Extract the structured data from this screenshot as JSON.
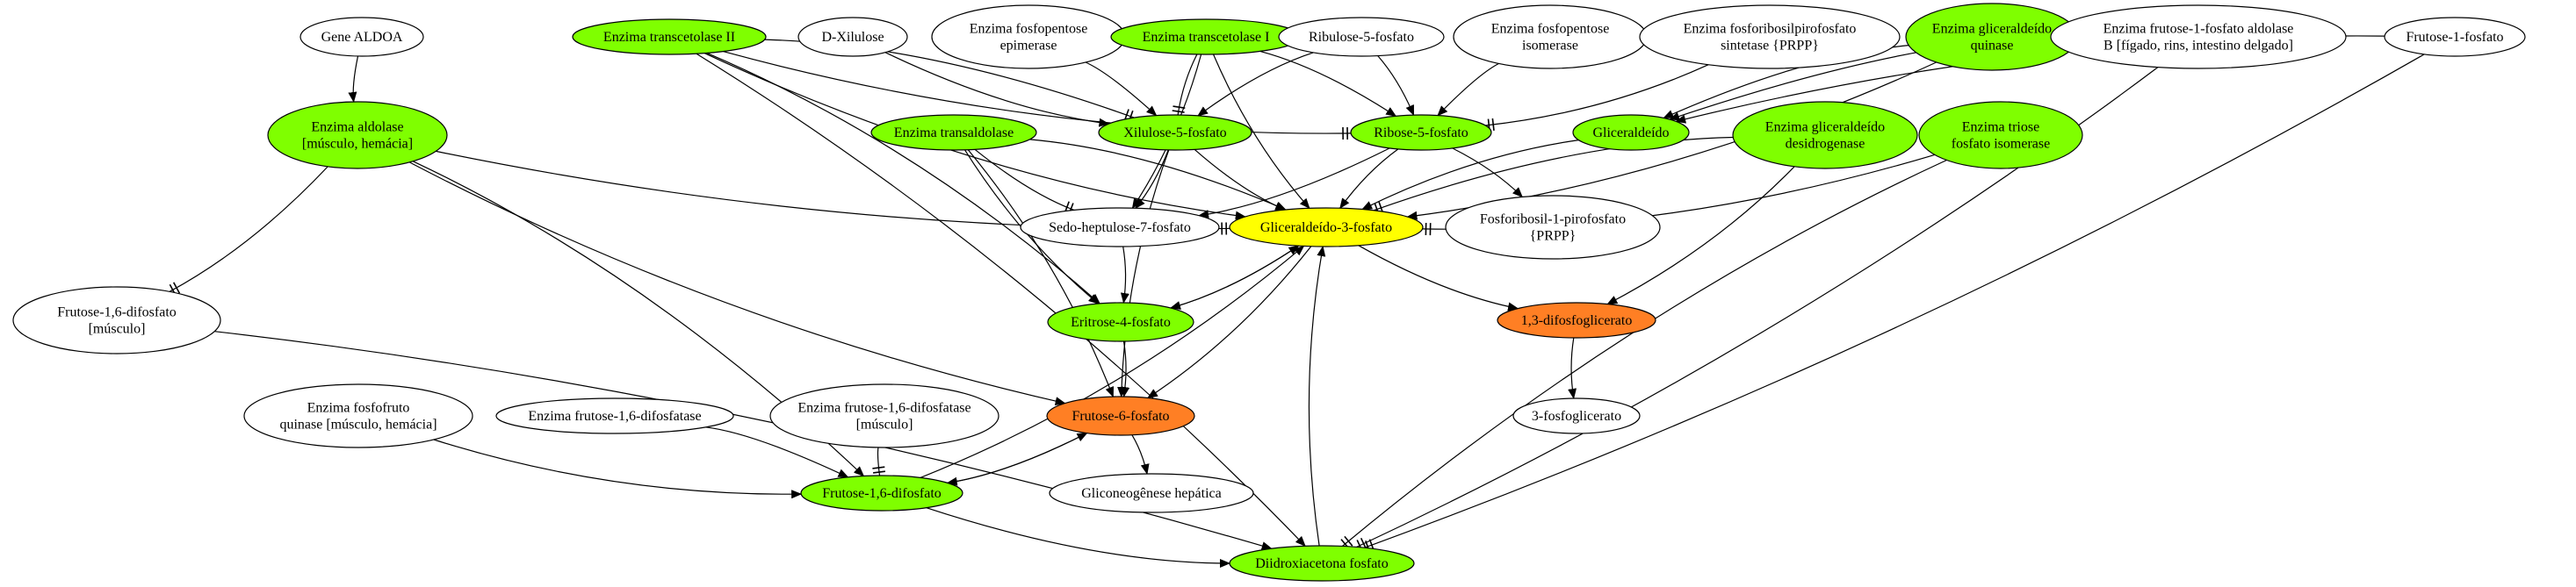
{
  "diagram": {
    "colors": {
      "white": "#ffffff",
      "green": "#7fff00",
      "yellow": "#ffff00",
      "orange": "#ff7f24",
      "stroke": "#000000"
    },
    "nodes": [
      {
        "id": "gene_aldoa",
        "lines": [
          "Gene ALDOA"
        ],
        "fill": "white"
      },
      {
        "id": "transcetolase_ii",
        "lines": [
          "Enzima transcetolase II"
        ],
        "fill": "green"
      },
      {
        "id": "d_xilulose",
        "lines": [
          "D-Xilulose"
        ],
        "fill": "white"
      },
      {
        "id": "fosfopentose_epimerase",
        "lines": [
          "Enzima fosfopentose",
          "epimerase"
        ],
        "fill": "white"
      },
      {
        "id": "transcetolase_i",
        "lines": [
          "Enzima transcetolase I"
        ],
        "fill": "green"
      },
      {
        "id": "ribulose5p",
        "lines": [
          "Ribulose-5-fosfato"
        ],
        "fill": "white"
      },
      {
        "id": "fosfopentose_isomerase",
        "lines": [
          "Enzima fosfopentose",
          "isomerase"
        ],
        "fill": "white"
      },
      {
        "id": "prpp_sintetase",
        "lines": [
          "Enzima fosforibosilpirofosfato",
          "sintetase {PRPP}"
        ],
        "fill": "white"
      },
      {
        "id": "gliceraldeido_quinase",
        "lines": [
          "Enzima gliceraldeído",
          "quinase"
        ],
        "fill": "green"
      },
      {
        "id": "f1p_aldolase",
        "lines": [
          "Enzima frutose-1-fosfato aldolase",
          "B [fígado, rins, intestino delgado]"
        ],
        "fill": "white"
      },
      {
        "id": "frutose1p",
        "lines": [
          "Frutose-1-fosfato"
        ],
        "fill": "white"
      },
      {
        "id": "aldolase",
        "lines": [
          "Enzima aldolase",
          "[músculo, hemácia]"
        ],
        "fill": "green"
      },
      {
        "id": "transaldolase",
        "lines": [
          "Enzima transaldolase"
        ],
        "fill": "green"
      },
      {
        "id": "xilulose5p",
        "lines": [
          "Xilulose-5-fosfato"
        ],
        "fill": "green"
      },
      {
        "id": "ribose5p",
        "lines": [
          "Ribose-5-fosfato"
        ],
        "fill": "green"
      },
      {
        "id": "gliceraldeido",
        "lines": [
          "Gliceraldeído"
        ],
        "fill": "green"
      },
      {
        "id": "gliceraldeido_desidrogenase",
        "lines": [
          "Enzima gliceraldeído",
          "desidrogenase"
        ],
        "fill": "green"
      },
      {
        "id": "triose_isomerase",
        "lines": [
          "Enzima triose",
          "fosfato isomerase"
        ],
        "fill": "green"
      },
      {
        "id": "sedoheptulose7p",
        "lines": [
          "Sedo-heptulose-7-fosfato"
        ],
        "fill": "white"
      },
      {
        "id": "gliceraldeido3p",
        "lines": [
          "Gliceraldeído-3-fosfato"
        ],
        "fill": "yellow"
      },
      {
        "id": "prpp",
        "lines": [
          "Fosforibosil-1-pirofosfato",
          "{PRPP}"
        ],
        "fill": "white"
      },
      {
        "id": "f16bp_musculo",
        "lines": [
          "Frutose-1,6-difosfato",
          "[músculo]"
        ],
        "fill": "white"
      },
      {
        "id": "eritrose4p",
        "lines": [
          "Eritrose-4-fosfato"
        ],
        "fill": "green"
      },
      {
        "id": "difosfoglicerato",
        "lines": [
          "1,3-difosfoglicerato"
        ],
        "fill": "orange"
      },
      {
        "id": "fosfofruto_quinase",
        "lines": [
          "Enzima fosfofruto",
          "quinase [músculo, hemácia]"
        ],
        "fill": "white"
      },
      {
        "id": "f16difosfatase",
        "lines": [
          "Enzima frutose-1,6-difosfatase"
        ],
        "fill": "white"
      },
      {
        "id": "f16difosfatase_musculo",
        "lines": [
          "Enzima frutose-1,6-difosfatase",
          "[músculo]"
        ],
        "fill": "white"
      },
      {
        "id": "frutose6p",
        "lines": [
          "Frutose-6-fosfato"
        ],
        "fill": "orange"
      },
      {
        "id": "fosfoglicerato3",
        "lines": [
          "3-fosfoglicerato"
        ],
        "fill": "white"
      },
      {
        "id": "frutose16bp",
        "lines": [
          "Frutose-1,6-difosfato"
        ],
        "fill": "green"
      },
      {
        "id": "gliconeogenese",
        "lines": [
          "Gliconeogênese hepática"
        ],
        "fill": "white"
      },
      {
        "id": "dhap",
        "lines": [
          "Diidroxiacetona fosfato"
        ],
        "fill": "green"
      }
    ],
    "edges": [
      {
        "from": "gene_aldoa",
        "to": "aldolase",
        "head": "arrow"
      },
      {
        "from": "transcetolase_ii",
        "to": "xilulose5p",
        "head": "tee"
      },
      {
        "from": "transcetolase_ii",
        "to": "ribose5p",
        "head": "tee"
      },
      {
        "from": "transcetolase_ii",
        "to": "eritrose4p",
        "head": "arrow"
      },
      {
        "from": "transcetolase_ii",
        "to": "gliceraldeido3p",
        "head": "arrow"
      },
      {
        "from": "transcetolase_ii",
        "to": "dhap",
        "head": "arrow"
      },
      {
        "from": "d_xilulose",
        "to": "xilulose5p",
        "head": "arrow"
      },
      {
        "from": "fosfopentose_epimerase",
        "to": "xilulose5p",
        "head": "arrow"
      },
      {
        "from": "transcetolase_i",
        "to": "xilulose5p",
        "head": "tee"
      },
      {
        "from": "transcetolase_i",
        "to": "ribose5p",
        "head": "arrow"
      },
      {
        "from": "transcetolase_i",
        "to": "gliceraldeido3p",
        "head": "arrow"
      },
      {
        "from": "transcetolase_i",
        "to": "sedoheptulose7p",
        "head": "arrow"
      },
      {
        "from": "ribulose5p",
        "to": "xilulose5p",
        "head": "arrow"
      },
      {
        "from": "ribulose5p",
        "to": "ribose5p",
        "head": "arrow"
      },
      {
        "from": "fosfopentose_isomerase",
        "to": "ribose5p",
        "head": "arrow"
      },
      {
        "from": "prpp_sintetase",
        "to": "ribose5p",
        "head": "tee"
      },
      {
        "from": "gliceraldeido_quinase",
        "to": "gliceraldeido",
        "head": "arrow"
      },
      {
        "from": "gliceraldeido_quinase",
        "to": "gliceraldeido3p",
        "head": "arrow"
      },
      {
        "from": "f1p_aldolase",
        "to": "gliceraldeido",
        "head": "arrow"
      },
      {
        "from": "f1p_aldolase",
        "to": "dhap",
        "head": "tee"
      },
      {
        "from": "frutose1p",
        "to": "gliceraldeido",
        "head": "arrow"
      },
      {
        "from": "frutose1p",
        "to": "dhap",
        "head": "tee"
      },
      {
        "from": "aldolase",
        "to": "gliceraldeido3p",
        "head": "tee"
      },
      {
        "from": "aldolase",
        "to": "f16bp_musculo",
        "head": "tee"
      },
      {
        "from": "aldolase",
        "to": "frutose6p",
        "head": "arrow"
      },
      {
        "from": "aldolase",
        "to": "frutose16bp",
        "head": "arrow"
      },
      {
        "from": "transaldolase",
        "to": "sedoheptulose7p",
        "head": "tee"
      },
      {
        "from": "transaldolase",
        "to": "gliceraldeido3p",
        "head": "arrow"
      },
      {
        "from": "transaldolase",
        "to": "eritrose4p",
        "head": "arrow"
      },
      {
        "from": "transaldolase",
        "to": "frutose6p",
        "head": "arrow"
      },
      {
        "from": "xilulose5p",
        "to": "gliceraldeido3p",
        "head": "arrow"
      },
      {
        "from": "xilulose5p",
        "to": "sedoheptulose7p",
        "head": "arrow"
      },
      {
        "from": "xilulose5p",
        "to": "frutose6p",
        "head": "arrow"
      },
      {
        "from": "ribose5p",
        "to": "sedoheptulose7p",
        "head": "arrow"
      },
      {
        "from": "ribose5p",
        "to": "gliceraldeido3p",
        "head": "arrow"
      },
      {
        "from": "ribose5p",
        "to": "prpp",
        "head": "arrow"
      },
      {
        "from": "gliceraldeido",
        "to": "gliceraldeido3p",
        "head": "arrow"
      },
      {
        "from": "gliceraldeido_desidrogenase",
        "to": "difosfoglicerato",
        "head": "arrow"
      },
      {
        "from": "gliceraldeido_desidrogenase",
        "to": "gliceraldeido3p",
        "head": "tee"
      },
      {
        "from": "triose_isomerase",
        "to": "gliceraldeido3p",
        "head": "tee"
      },
      {
        "from": "triose_isomerase",
        "to": "dhap",
        "head": "tee"
      },
      {
        "from": "sedoheptulose7p",
        "to": "eritrose4p",
        "head": "arrow"
      },
      {
        "from": "gliceraldeido3p",
        "to": "difosfoglicerato",
        "head": "arrow"
      },
      {
        "from": "gliceraldeido3p",
        "to": "eritrose4p",
        "head": "arrow"
      },
      {
        "from": "eritrose4p",
        "to": "gliceraldeido3p",
        "head": "arrow"
      },
      {
        "from": "gliceraldeido3p",
        "to": "frutose6p",
        "head": "arrow"
      },
      {
        "from": "frutose16bp",
        "to": "gliceraldeido3p",
        "head": "arrow"
      },
      {
        "from": "dhap",
        "to": "gliceraldeido3p",
        "head": "arrow"
      },
      {
        "from": "difosfoglicerato",
        "to": "fosfoglicerato3",
        "head": "arrow"
      },
      {
        "from": "eritrose4p",
        "to": "frutose6p",
        "head": "arrow"
      },
      {
        "from": "fosfofruto_quinase",
        "to": "frutose16bp",
        "head": "arrow"
      },
      {
        "from": "f16difosfatase",
        "to": "frutose16bp",
        "head": "arrow"
      },
      {
        "from": "f16difosfatase_musculo",
        "to": "frutose16bp",
        "head": "tee"
      },
      {
        "from": "frutose6p",
        "to": "frutose16bp",
        "head": "arrow"
      },
      {
        "from": "frutose16bp",
        "to": "frutose6p",
        "head": "arrow"
      },
      {
        "from": "frutose6p",
        "to": "gliconeogenese",
        "head": "arrow"
      },
      {
        "from": "frutose16bp",
        "to": "dhap",
        "head": "arrow"
      },
      {
        "from": "f16bp_musculo",
        "to": "dhap",
        "head": "arrow"
      }
    ]
  }
}
